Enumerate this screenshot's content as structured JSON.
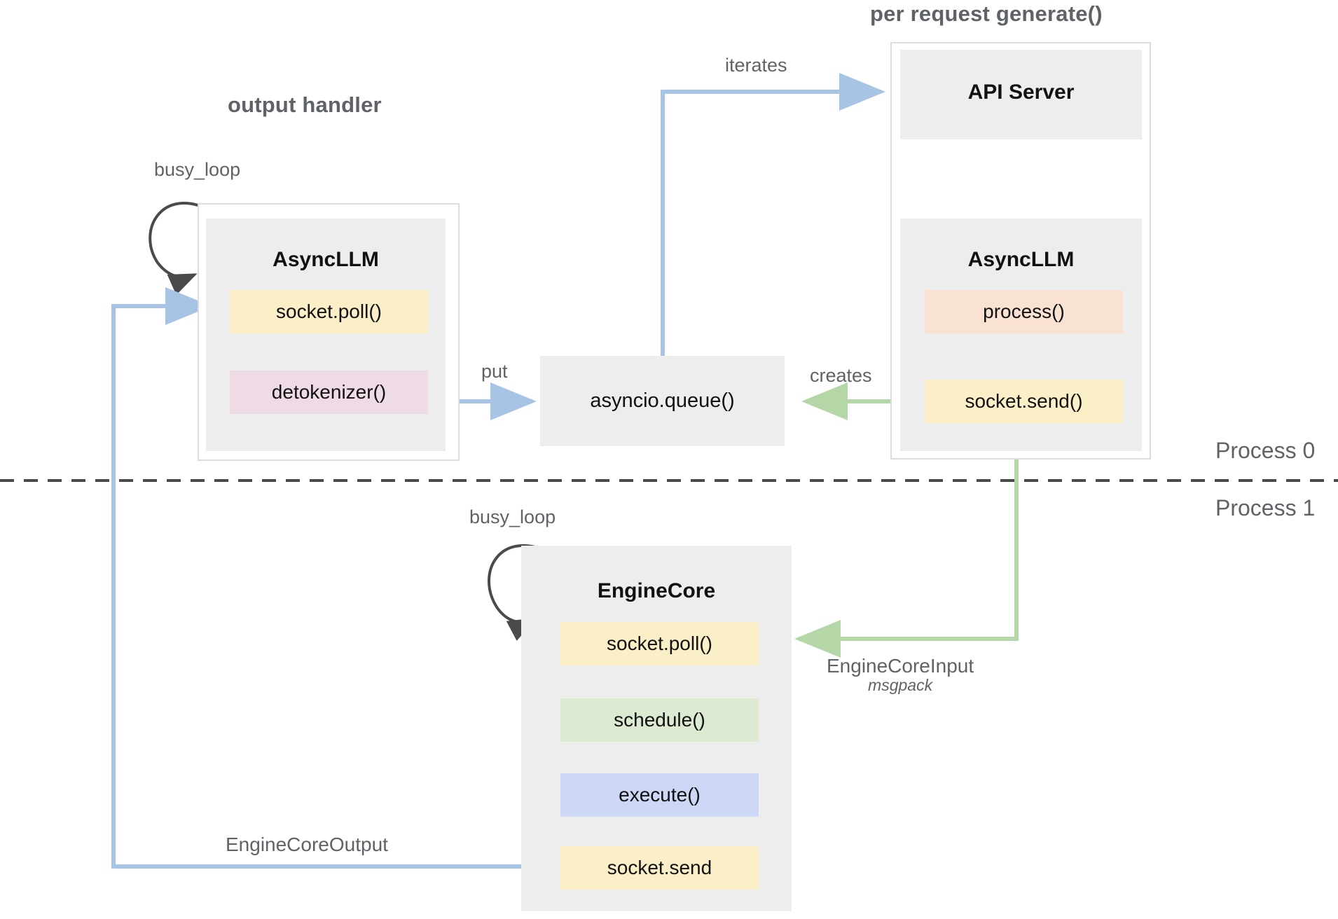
{
  "groups": {
    "output_handler_title": "output handler",
    "per_request_title": "per request generate()"
  },
  "process_labels": {
    "top": "Process 0",
    "bottom": "Process 1"
  },
  "left_panel": {
    "title": "AsyncLLM",
    "loop_label": "busy_loop",
    "chips": [
      {
        "label": "socket.poll()",
        "color": "#fbefc8"
      },
      {
        "label": "detokenizer()",
        "color": "#eedbe5"
      }
    ]
  },
  "queue_box": {
    "label": "asyncio.queue()"
  },
  "right_group": {
    "api_server": {
      "title": "API Server"
    },
    "async_llm": {
      "title": "AsyncLLM",
      "chips": [
        {
          "label": "process()",
          "color": "#f9e2d2"
        },
        {
          "label": "socket.send()",
          "color": "#fbefc8"
        }
      ]
    }
  },
  "engine_core": {
    "title": "EngineCore",
    "loop_label": "busy_loop",
    "chips": [
      {
        "label": "socket.poll()",
        "color": "#fbefc8"
      },
      {
        "label": "schedule()",
        "color": "#dcead1"
      },
      {
        "label": "execute()",
        "color": "#ccd8f5"
      },
      {
        "label": "socket.send",
        "color": "#fbefc8"
      }
    ]
  },
  "edges": [
    {
      "id": "iterates",
      "label": "iterates",
      "color": "#a8c4e5"
    },
    {
      "id": "put",
      "label": "put",
      "color": "#a8c4e5"
    },
    {
      "id": "creates",
      "label": "creates",
      "color": "#b5d6a7"
    },
    {
      "id": "engine_core_input",
      "label": "EngineCoreInput",
      "sublabel": "msgpack",
      "color": "#b5d6a7"
    },
    {
      "id": "engine_core_output",
      "label": "EngineCoreOutput",
      "color": "#a8c4e5"
    }
  ],
  "colors": {
    "blue_edge": "#a8c4e5",
    "green_edge": "#b5d6a7",
    "dark_arrow": "#4a4a4a",
    "panel_grey": "#ededed",
    "border_grey": "#dcdcdc",
    "text_grey": "#5f6368"
  }
}
